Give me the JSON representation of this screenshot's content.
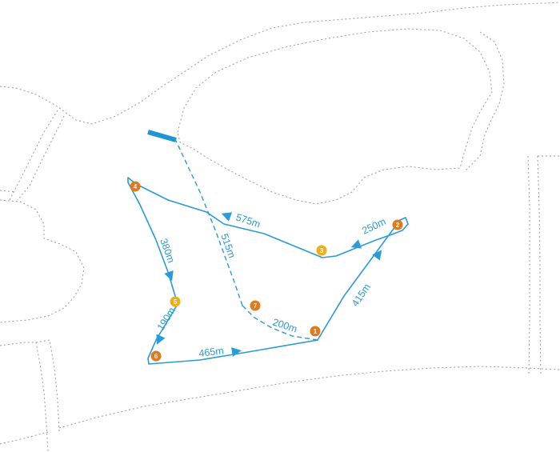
{
  "colors": {
    "route": "#2a9bd6",
    "boundary": "#9a9a9a",
    "start_bar": "#1f95d3",
    "checkpoint_orange": "#e07a1c",
    "checkpoint_yellow": "#f0ad1a"
  },
  "checkpoints": [
    {
      "number": "1",
      "color": "orange"
    },
    {
      "number": "2",
      "color": "orange"
    },
    {
      "number": "3",
      "color": "yellow"
    },
    {
      "number": "4",
      "color": "orange"
    },
    {
      "number": "5",
      "color": "yellow"
    },
    {
      "number": "6",
      "color": "orange"
    },
    {
      "number": "7",
      "color": "orange"
    }
  ],
  "legs": [
    {
      "label": "415m"
    },
    {
      "label": "250m"
    },
    {
      "label": "575m"
    },
    {
      "label": "380m"
    },
    {
      "label": "190m"
    },
    {
      "label": "465m"
    },
    {
      "label": "200m"
    },
    {
      "label": "515m"
    }
  ]
}
